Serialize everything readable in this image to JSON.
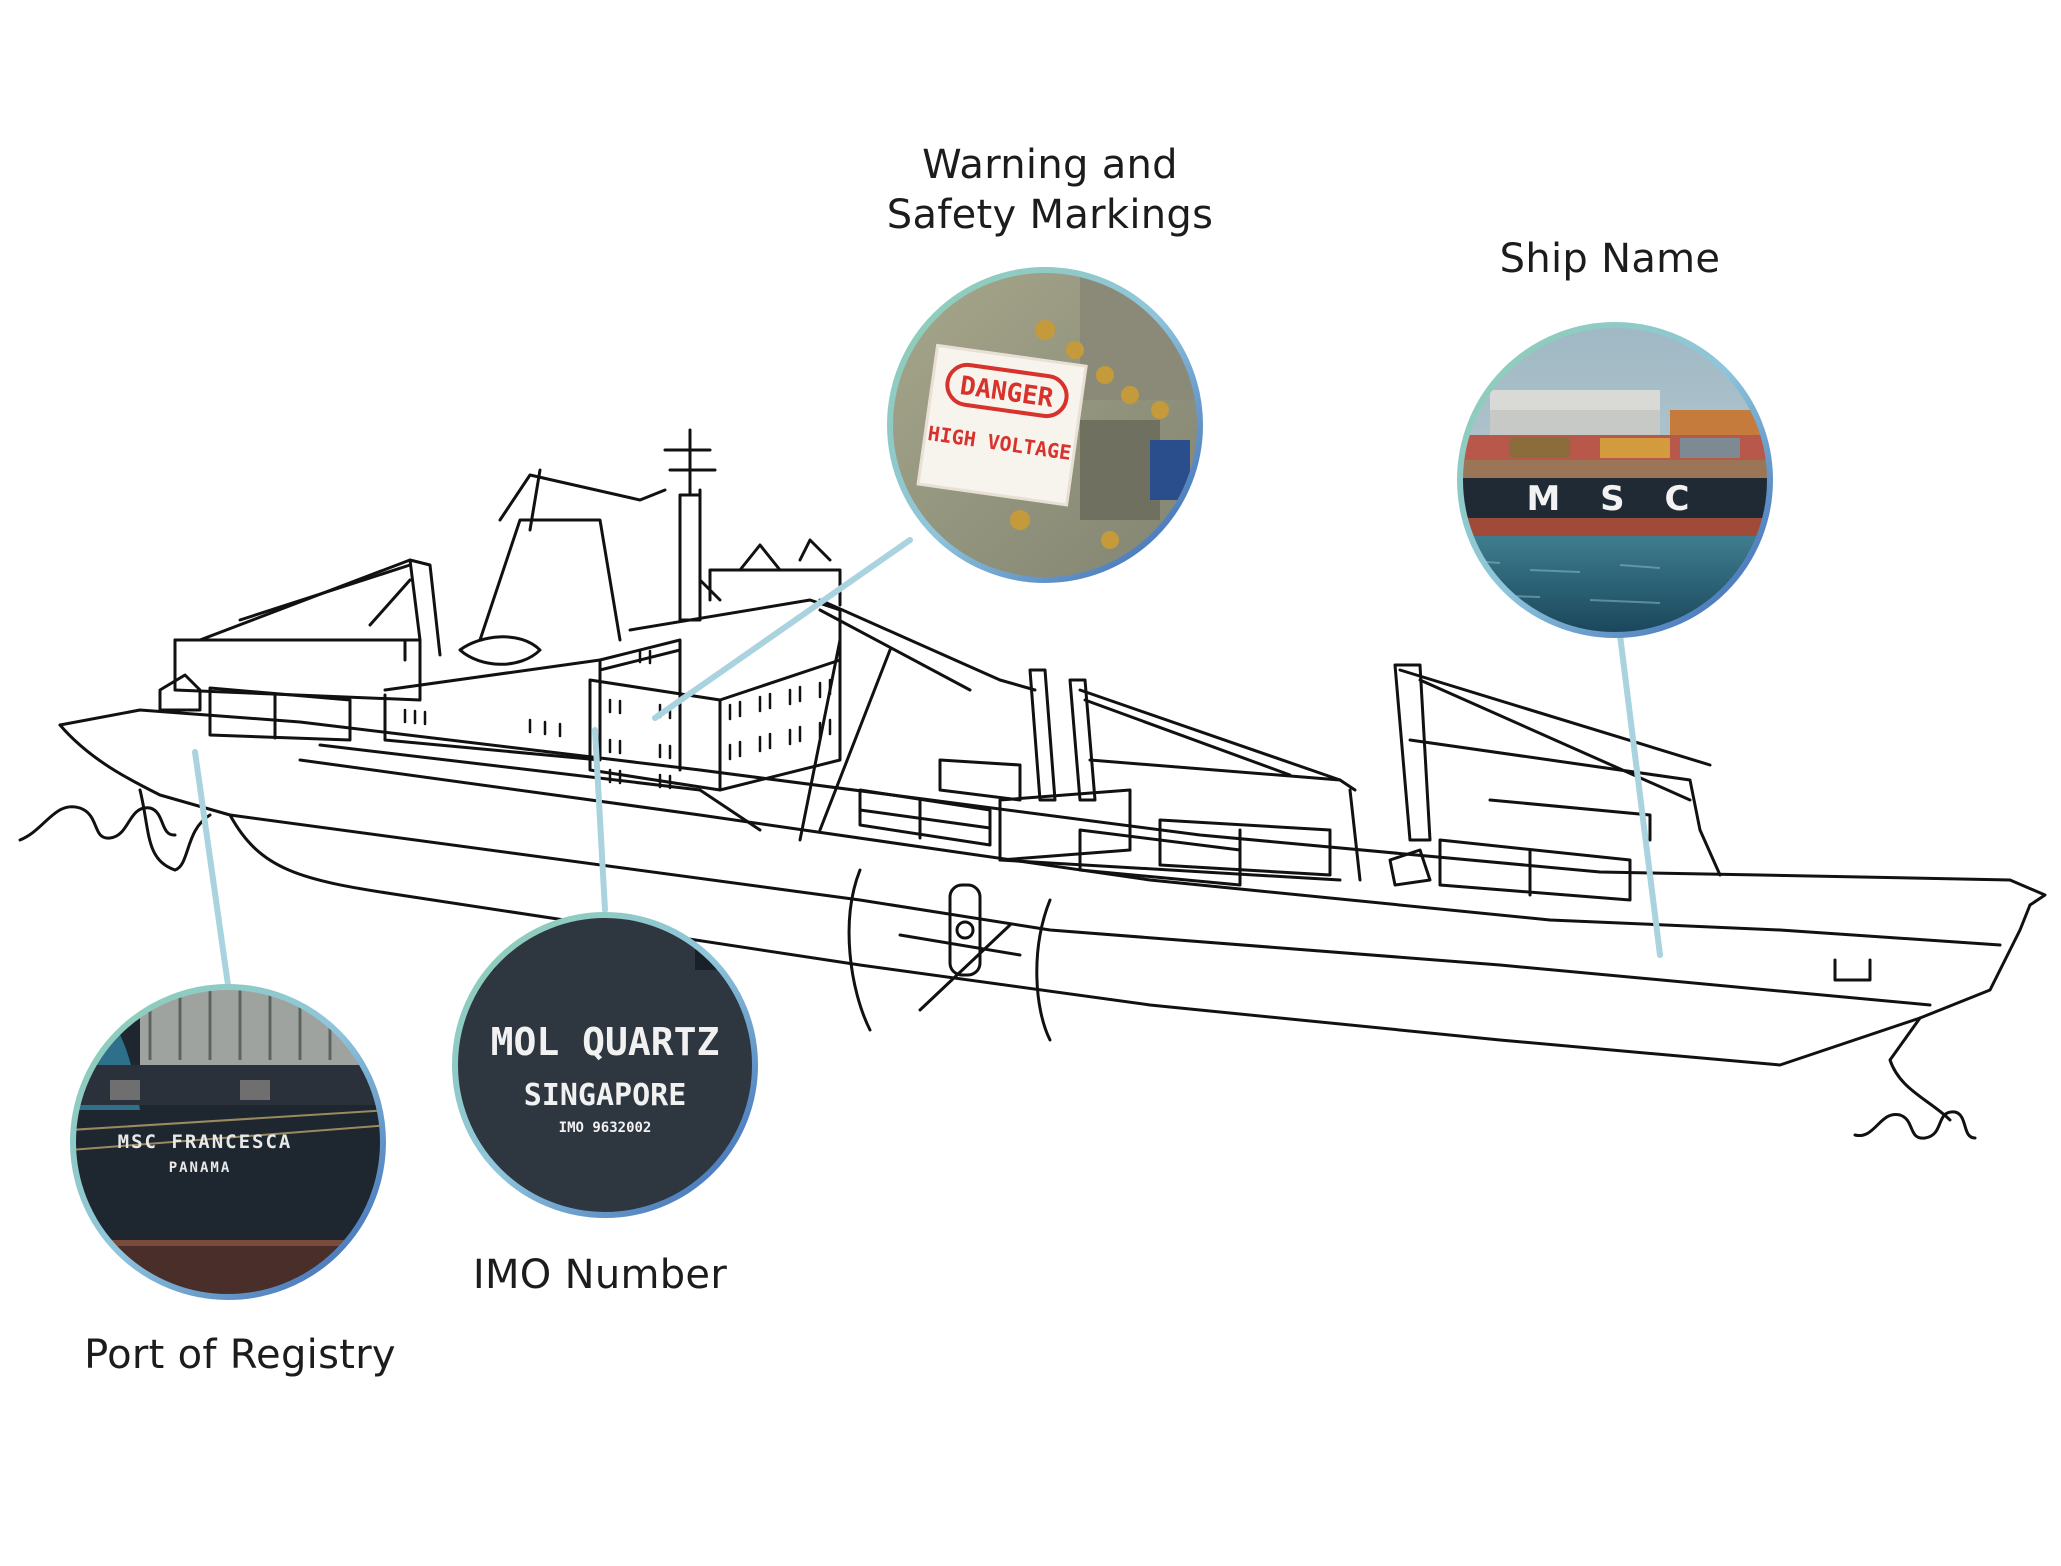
{
  "callouts": {
    "warning": {
      "label_line1": "Warning and",
      "label_line2": "Safety Markings",
      "photo": {
        "sign_top": "DANGER",
        "sign_bottom": "HIGH VOLTAGE"
      }
    },
    "ship_name": {
      "label": "Ship Name",
      "photo": {
        "hull_text": "M S C"
      }
    },
    "imo_number": {
      "label": "IMO Number",
      "photo": {
        "line1": "MOL QUARTZ",
        "line2": "SINGAPORE",
        "line3": "IMO 9632002"
      }
    },
    "port_of_registry": {
      "label": "Port of Registry",
      "photo": {
        "line1": "MSC FRANCESCA",
        "line2": "PANAMA"
      }
    }
  },
  "colors": {
    "leader_line": "#a8d3df",
    "ring_gradient_start": "#7fc9a4",
    "ring_gradient_end": "#3b6fb6",
    "hull_dark": "#1f2a35",
    "danger_red": "#d8322d"
  }
}
